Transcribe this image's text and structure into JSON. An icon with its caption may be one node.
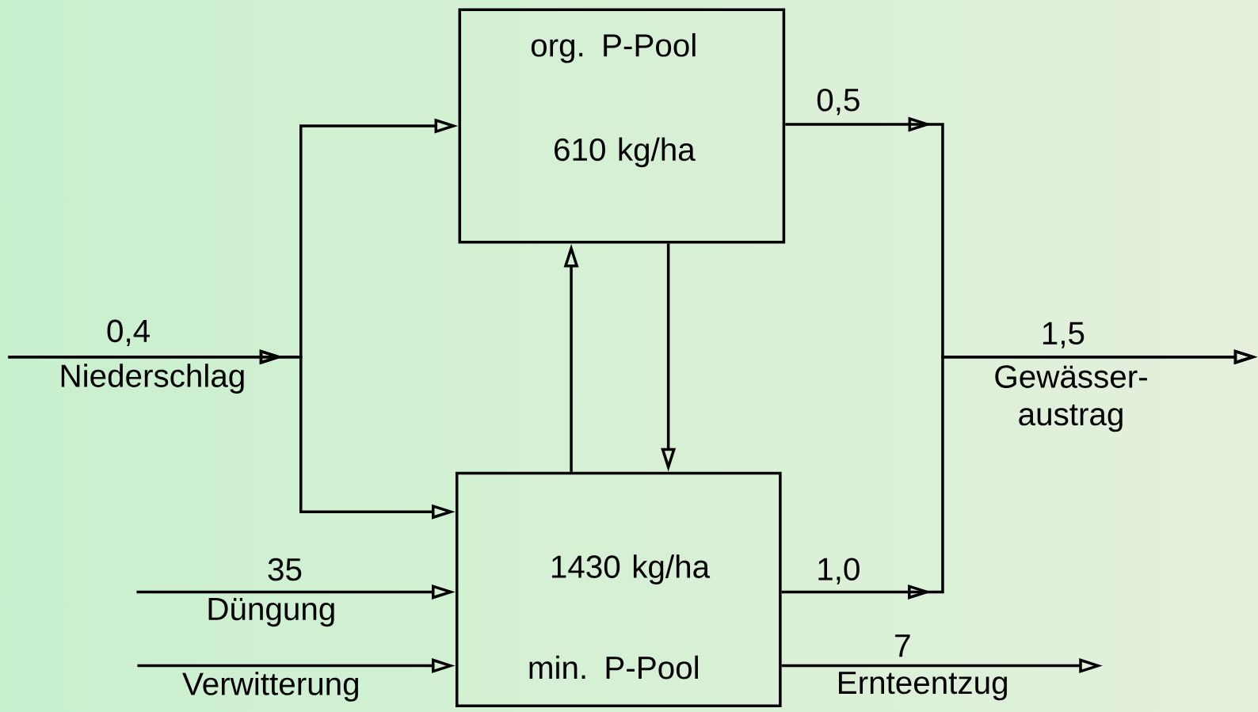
{
  "diagram": {
    "nodes": [
      {
        "text": [
          "org. P-Pool",
          "610 kg/ha"
        ]
      },
      {
        "text": [
          "1430 kg/ha",
          "min. P-Pool"
        ]
      },
      {
        "text": [
          "Niederschlag"
        ]
      },
      {
        "text": [
          "Düngung"
        ]
      },
      {
        "text": [
          "Verwitterung"
        ]
      },
      {
        "text": [
          "Gewässer- austrag"
        ]
      },
      {
        "text": [
          "Ernteentzug"
        ]
      }
    ],
    "edges": [
      {
        "from": 2,
        "to": 0,
        "arrow": "to",
        "label": "0,4"
      },
      {
        "from": 2,
        "to": 1,
        "arrow": "to"
      },
      {
        "from": 3,
        "to": 1,
        "arrow": "to",
        "label": "35"
      },
      {
        "from": 4,
        "to": 1,
        "arrow": "to"
      },
      {
        "from": 1,
        "to": 0,
        "arrow": "to"
      },
      {
        "from": 0,
        "to": 1,
        "arrow": "to"
      },
      {
        "from": 0,
        "to": 5,
        "arrow": "to",
        "label": "0,5"
      },
      {
        "from": 1,
        "to": 5,
        "arrow": "to",
        "label": "1,0"
      },
      {
        "from": 1,
        "to": 6,
        "arrow": "to",
        "label": "7"
      }
    ],
    "labels": [
      "1,5"
    ]
  }
}
